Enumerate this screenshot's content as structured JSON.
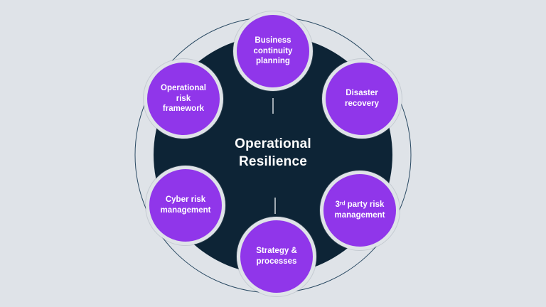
{
  "diagram": {
    "title": "Operational Resilience",
    "nodes": [
      {
        "id": "business-continuity-planning",
        "label": "Business continuity planning"
      },
      {
        "id": "disaster-recovery",
        "label": "Disaster recovery"
      },
      {
        "id": "third-party-risk-management",
        "label": "3ʳᵈ party risk management"
      },
      {
        "id": "strategy-and-processes",
        "label": "Strategy & processes"
      },
      {
        "id": "cyber-risk-management",
        "label": "Cyber risk management"
      },
      {
        "id": "operational-risk-framework",
        "label": "Operational risk framework"
      }
    ],
    "colors": {
      "background": "#dfe3e8",
      "hub_fill": "#0d2436",
      "node_fill": "#9036ea",
      "node_ring": "#dfe3e8",
      "outline_ring": "#2a4a63",
      "text": "#ffffff"
    }
  }
}
